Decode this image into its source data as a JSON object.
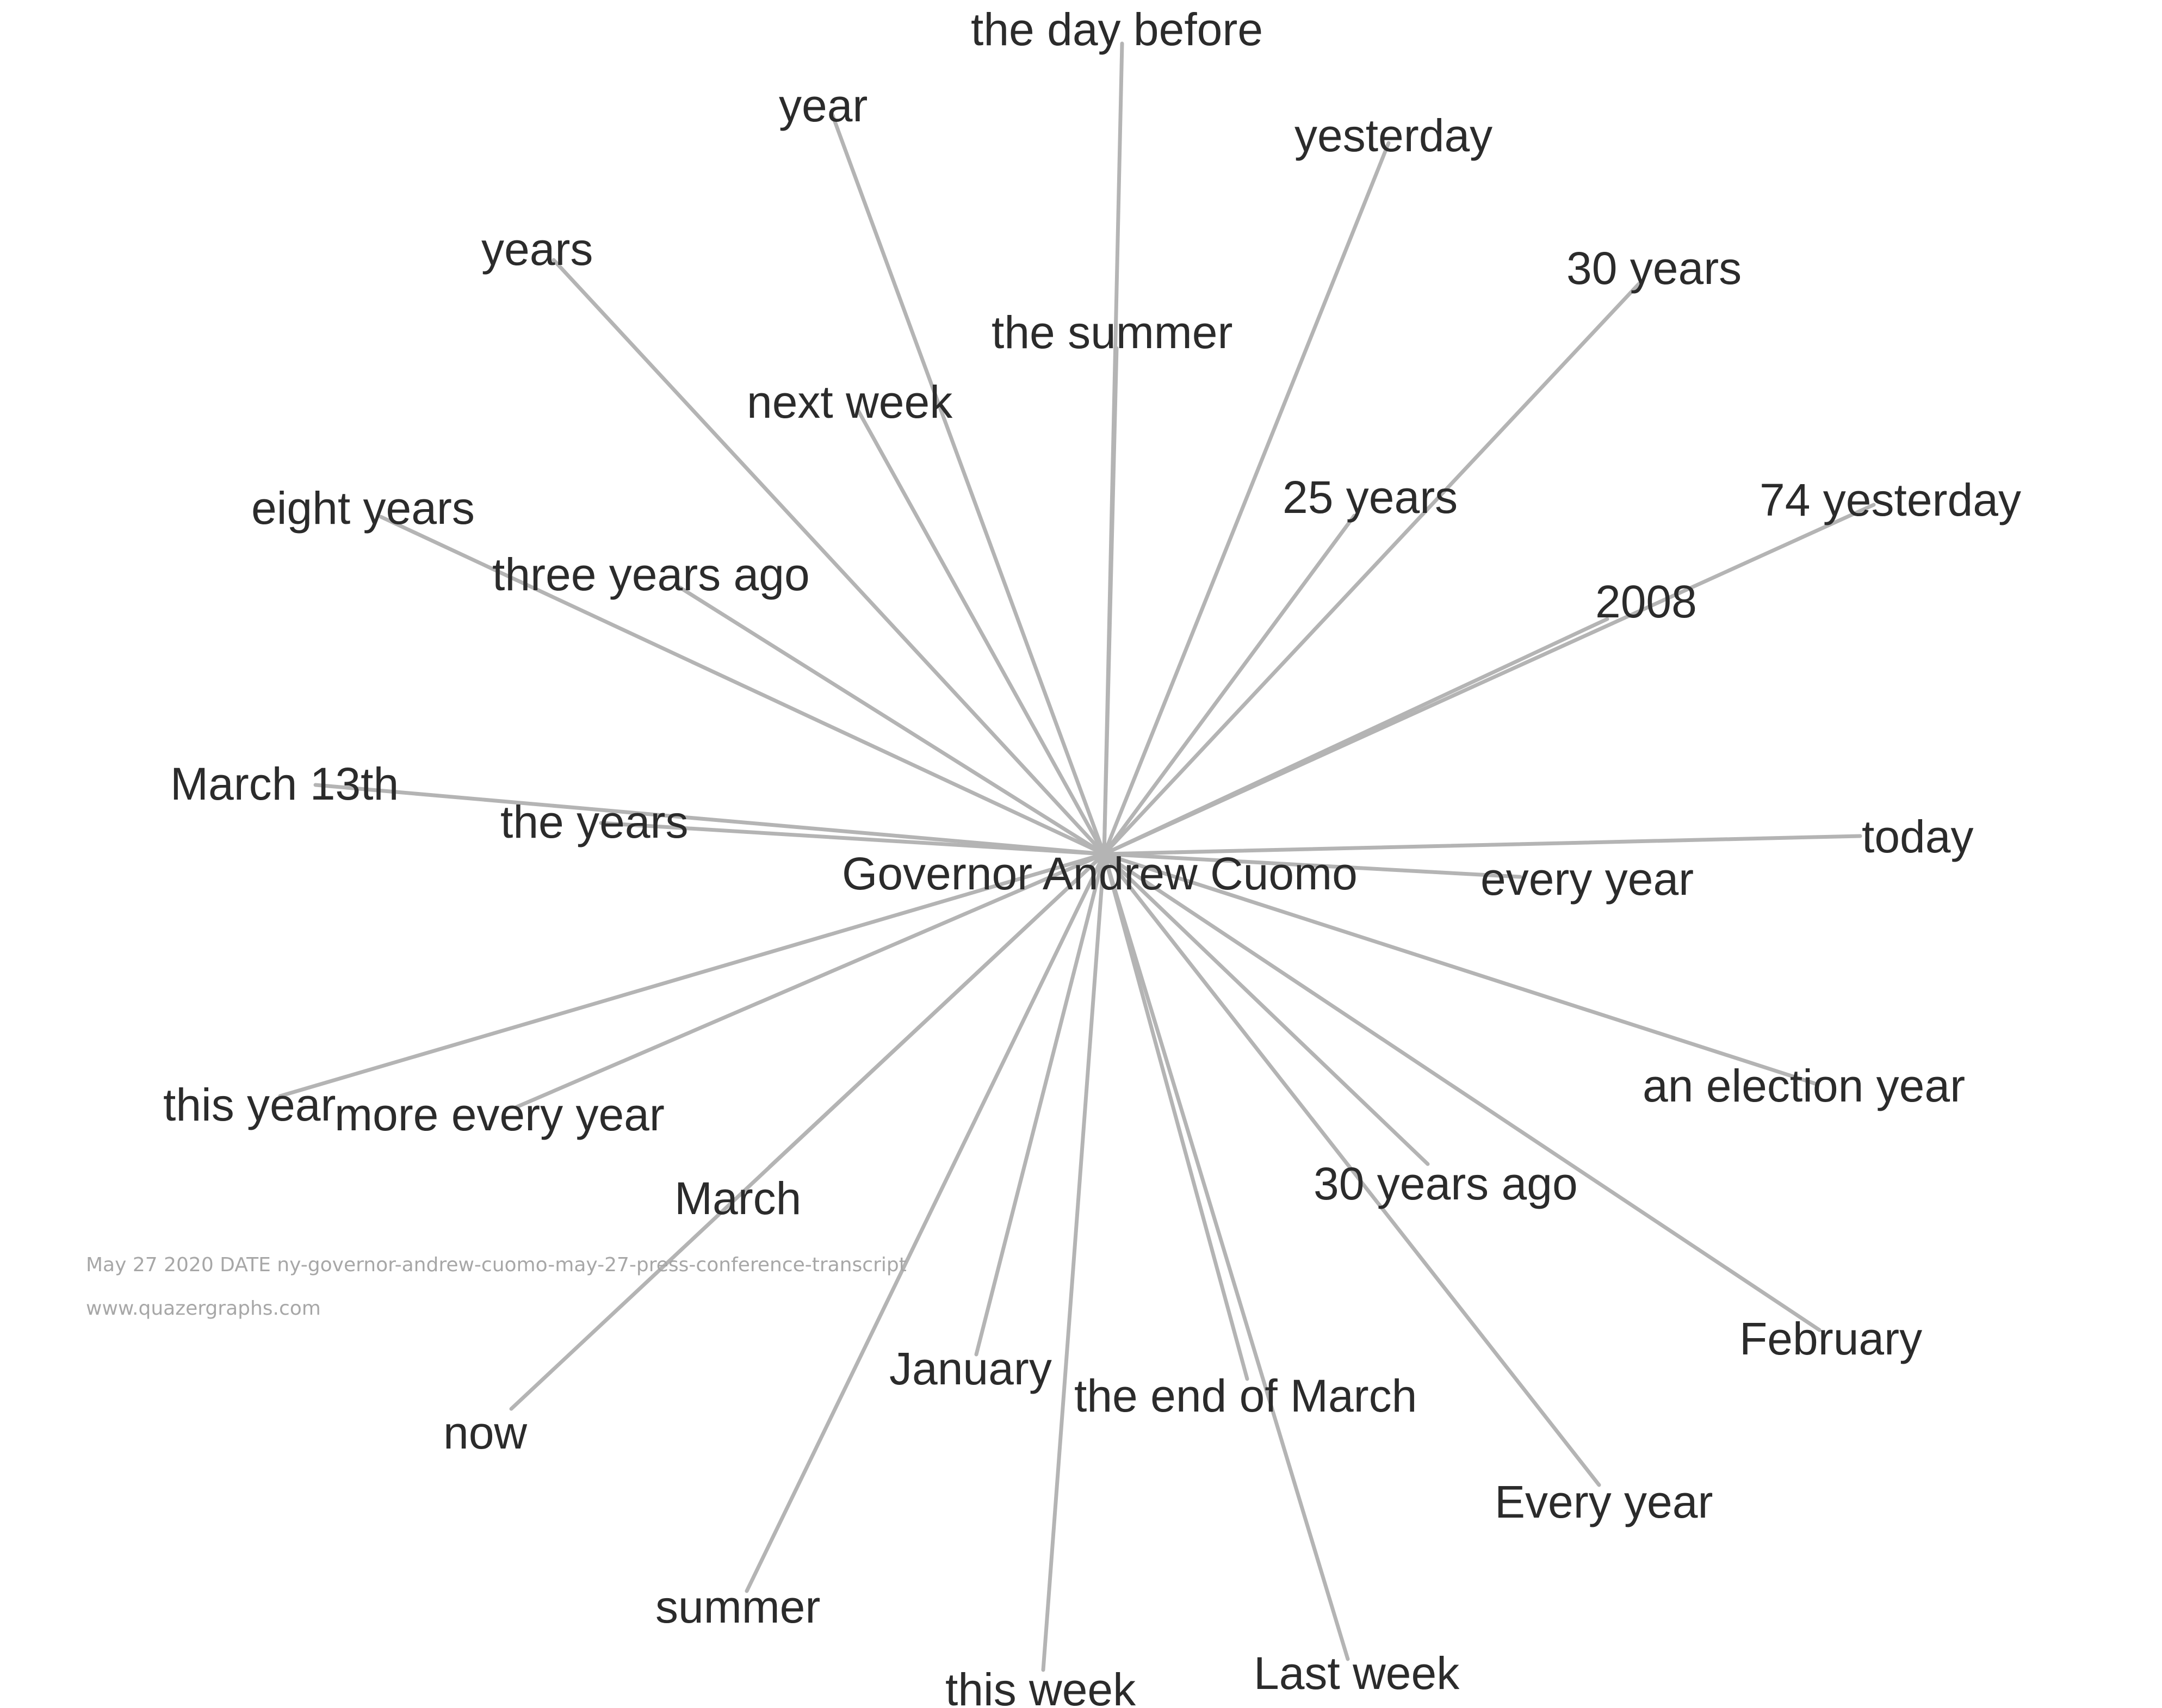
{
  "graph": {
    "center": "Governor Andrew Cuomo",
    "nodes": [
      "the day before",
      "year",
      "yesterday",
      "years",
      "30 years",
      "the summer",
      "next week",
      "25 years",
      "74 yesterday",
      "eight years",
      "three years ago",
      "2008",
      "March 13th",
      "the years",
      "today",
      "every year",
      "an election year",
      "this year",
      "more every year",
      "March",
      "30 years ago",
      "February",
      "January",
      "the end of March",
      "now",
      "Every year",
      "summer",
      "this week",
      "Last week"
    ],
    "colors": {
      "edge": "#b4b4b4",
      "text": "#2b2b2b",
      "footer": "#a7a7a7",
      "background": "#ffffff"
    }
  },
  "footer": {
    "line1": "May 27 2020 DATE ny-governor-andrew-cuomo-may-27-press-conference-transcript",
    "line2": "www.quazergraphs.com"
  }
}
